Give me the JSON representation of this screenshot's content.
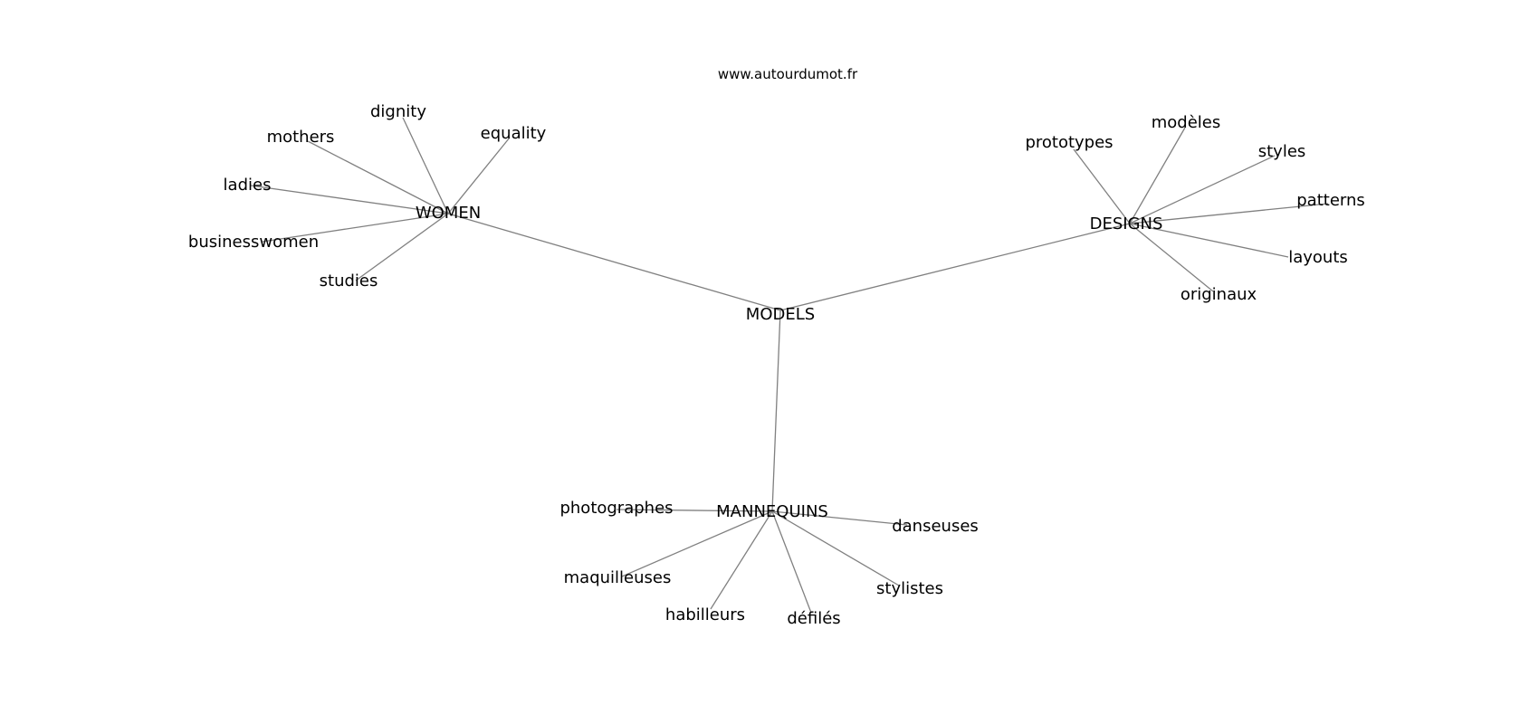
{
  "credit": "www.autourdumot.fr",
  "edge_color": "#808080",
  "text_color": "#000000",
  "root": "MODELS",
  "hubs": [
    {
      "label": "WOMEN",
      "leaves": [
        "dignity",
        "equality",
        "mothers",
        "ladies",
        "businesswomen",
        "studies"
      ]
    },
    {
      "label": "DESIGNS",
      "leaves": [
        "prototypes",
        "modèles",
        "styles",
        "patterns",
        "layouts",
        "originaux"
      ]
    },
    {
      "label": "MANNEQUINS",
      "leaves": [
        "photographes",
        "danseuses",
        "maquilleuses",
        "stylistes",
        "habilleurs",
        "défilés"
      ]
    }
  ]
}
